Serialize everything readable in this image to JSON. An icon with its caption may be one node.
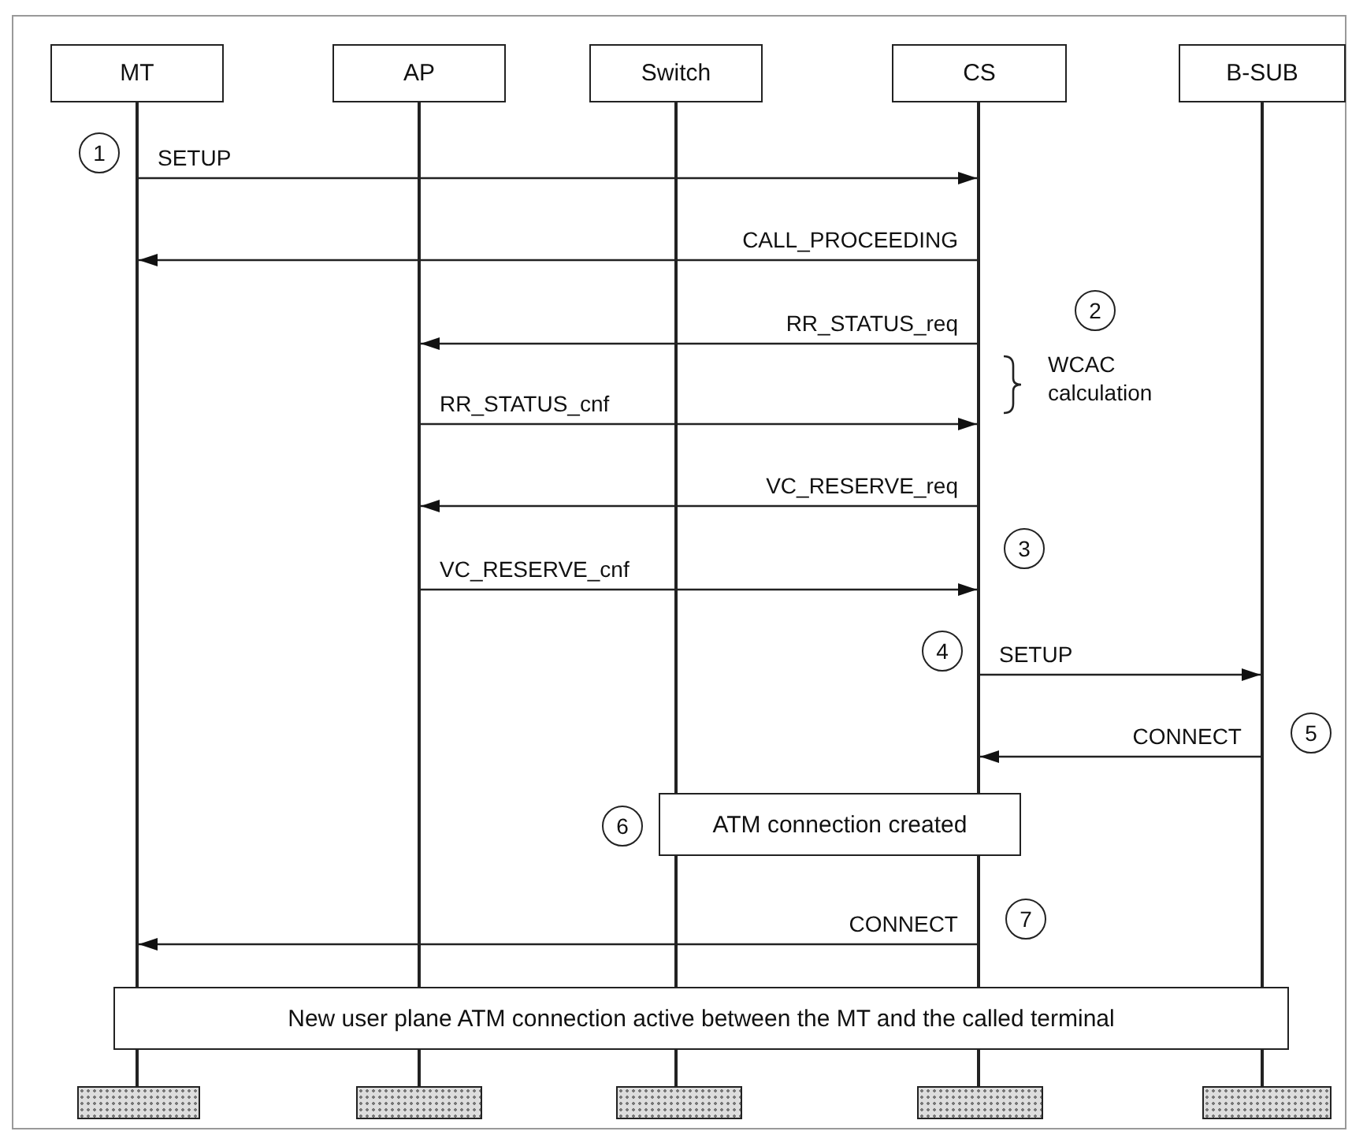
{
  "diagram": {
    "nodes": [
      {
        "text": [
          "MT"
        ]
      },
      {
        "text": [
          "AP"
        ]
      },
      {
        "text": [
          "Switch"
        ]
      },
      {
        "text": [
          "CS"
        ]
      },
      {
        "text": [
          "B-SUB"
        ]
      },
      {
        "text": [],
        "shape": "line"
      },
      {
        "text": [],
        "shape": "line"
      },
      {
        "text": [],
        "shape": "line"
      },
      {
        "text": [],
        "shape": "line"
      },
      {
        "text": [],
        "shape": "line"
      },
      {
        "text": [
          "ATM connection created"
        ]
      },
      {
        "text": [
          "New user plane ATM connection active between the MT and the called terminal"
        ]
      },
      {
        "text": [],
        "shape": "box"
      },
      {
        "text": [],
        "shape": "box"
      },
      {
        "text": [],
        "shape": "box"
      },
      {
        "text": [],
        "shape": "box"
      },
      {
        "text": [],
        "shape": "box"
      }
    ],
    "edges": [
      {
        "from": 5,
        "to": 8,
        "arrow": "to",
        "label": "SETUP"
      },
      {
        "from": 8,
        "to": 5,
        "arrow": "to",
        "label": "CALL_PROCEEDING"
      },
      {
        "from": 8,
        "to": 6,
        "arrow": "to",
        "label": "RR_STATUS_req"
      },
      {
        "from": 6,
        "to": 8,
        "arrow": "to",
        "label": "RR_STATUS_cnf"
      },
      {
        "from": 8,
        "to": 6,
        "arrow": "to",
        "label": "VC_RESERVE_req"
      },
      {
        "from": 6,
        "to": 8,
        "arrow": "to",
        "label": "VC_RESERVE_cnf"
      },
      {
        "from": 8,
        "to": 9,
        "arrow": "to",
        "label": "SETUP"
      },
      {
        "from": 9,
        "to": 8,
        "arrow": "to",
        "label": "CONNECT"
      },
      {
        "from": 8,
        "to": 5,
        "arrow": "to",
        "label": "CONNECT"
      }
    ],
    "labels": [
      "1",
      "2",
      "WCAC calculation",
      "3",
      "4",
      "5",
      "6",
      "7"
    ]
  }
}
